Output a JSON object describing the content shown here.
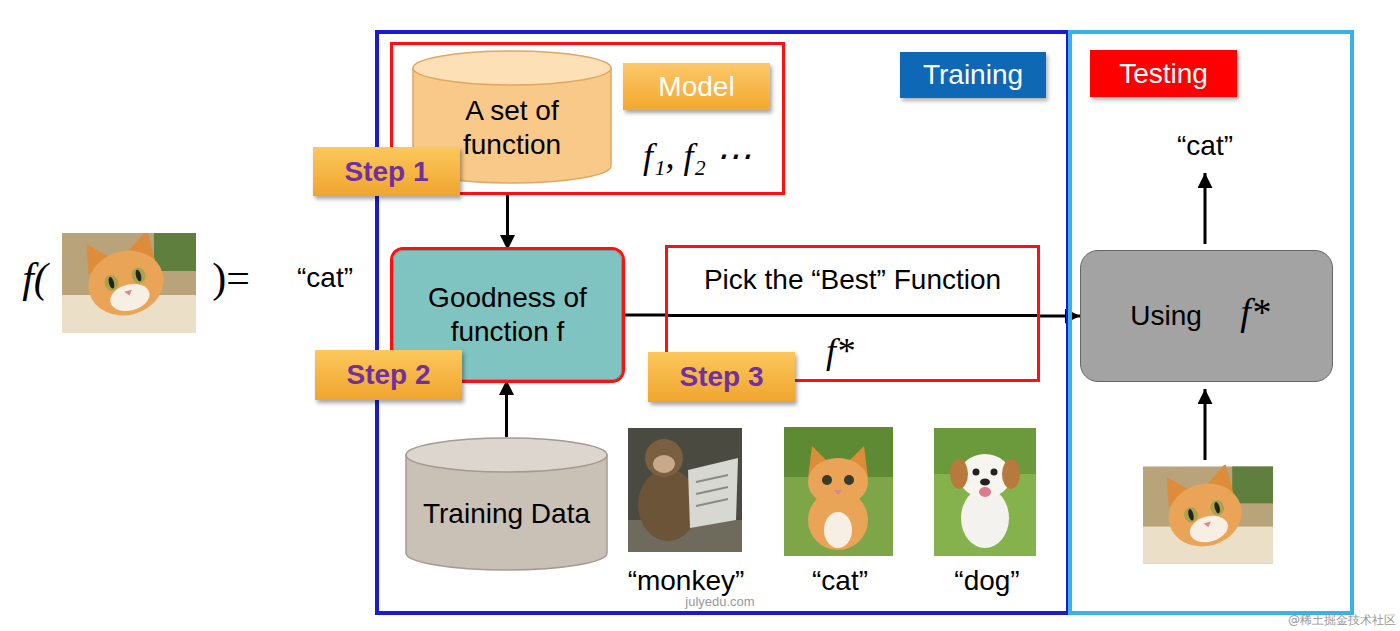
{
  "diagram": {
    "nodes": [
      {
        "text": [
          "Training"
        ]
      },
      {
        "text": [
          "f₁, f₂ ⋯"
        ],
        "in": 0
      },
      {
        "text": [
          "A set of function"
        ],
        "in": 1
      },
      {
        "text": [
          "Model"
        ],
        "in": 1
      },
      {
        "text": [
          "Step 1"
        ],
        "in": 0
      },
      {
        "text": [
          "Goodness of function f"
        ],
        "in": 0
      },
      {
        "text": [
          "Step 2"
        ],
        "in": 0
      },
      {
        "text": [
          "Pick the “Best” Function",
          "f*"
        ],
        "in": 0
      },
      {
        "text": [
          "Step 3"
        ],
        "in": 0
      },
      {
        "text": [
          "Training Data"
        ],
        "in": 0
      },
      {
        "text": [
          "Testing"
        ]
      },
      {
        "text": [
          "Using",
          "f*"
        ],
        "in": 10
      }
    ],
    "edges": [
      {
        "from": 1,
        "to": 5,
        "arrow": "to"
      },
      {
        "from": 9,
        "to": 5,
        "arrow": "to"
      },
      {
        "from": 5,
        "to": 7,
        "arrow": "none"
      },
      {
        "from": 7,
        "to": 11,
        "arrow": "to"
      }
    ],
    "labels": [
      "f(",
      ")=",
      "“cat”",
      "“monkey”",
      "“cat”",
      "“dog”",
      "“cat”",
      "julyedu.com",
      "@稀土掘金技术社区"
    ]
  }
}
